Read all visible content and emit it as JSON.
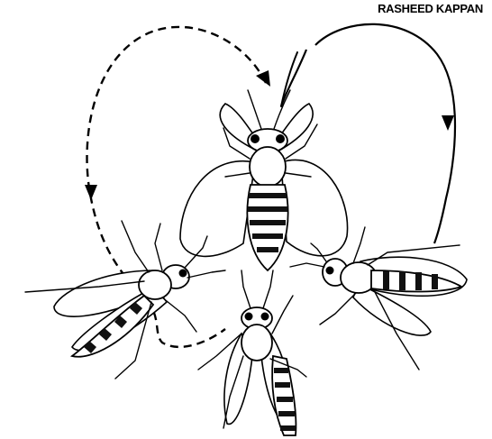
{
  "signature": "RASHEED KAPPAN",
  "colors": {
    "ink": "#000000",
    "paper": "#ffffff"
  },
  "figures": [
    {
      "icon": "wasp-top"
    },
    {
      "icon": "wasp-left"
    },
    {
      "icon": "wasp-right"
    },
    {
      "icon": "wasp-bottom"
    }
  ],
  "paths": [
    {
      "icon": "dashed-loop-arrow",
      "style": "dashed"
    },
    {
      "icon": "solid-loop-arrow",
      "style": "solid"
    }
  ]
}
